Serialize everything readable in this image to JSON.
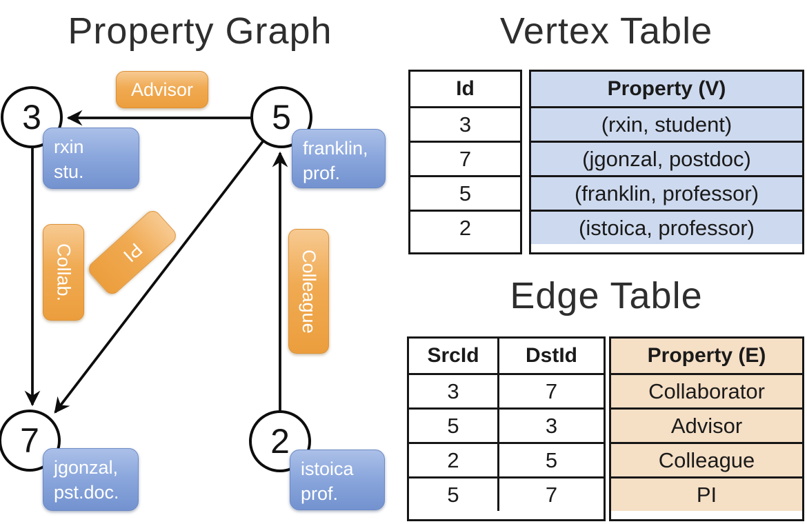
{
  "graph": {
    "title": "Property Graph",
    "nodes": {
      "n3": {
        "id": "3",
        "property": "rxin\nstu."
      },
      "n5": {
        "id": "5",
        "property": "franklin,\nprof."
      },
      "n7": {
        "id": "7",
        "property": "jgonzal,\npst.doc."
      },
      "n2": {
        "id": "2",
        "property": "istoica\nprof."
      }
    },
    "edge_labels": {
      "advisor": "Advisor",
      "collab": "Collab.",
      "pi": "PI",
      "colleague": "Colleague"
    }
  },
  "vertex_table": {
    "title": "Vertex Table",
    "columns": {
      "id": "Id",
      "property": "Property (V)"
    },
    "rows": [
      {
        "id": "3",
        "property": "(rxin, student)"
      },
      {
        "id": "7",
        "property": "(jgonzal, postdoc)"
      },
      {
        "id": "5",
        "property": "(franklin, professor)"
      },
      {
        "id": "2",
        "property": "(istoica, professor)"
      }
    ]
  },
  "edge_table": {
    "title": "Edge Table",
    "columns": {
      "src": "SrcId",
      "dst": "DstId",
      "property": "Property (E)"
    },
    "rows": [
      {
        "src": "3",
        "dst": "7",
        "property": "Collaborator"
      },
      {
        "src": "5",
        "dst": "3",
        "property": "Advisor"
      },
      {
        "src": "2",
        "dst": "5",
        "property": "Colleague"
      },
      {
        "src": "5",
        "dst": "7",
        "property": "PI"
      }
    ]
  },
  "colors": {
    "edge_label_orange": "#efa446",
    "vertex_box_blue": "#7d9cd7",
    "vertex_table_fill": "#cdd9ee",
    "edge_table_fill": "#f5dfc5",
    "line_black": "#0d0d0d"
  }
}
